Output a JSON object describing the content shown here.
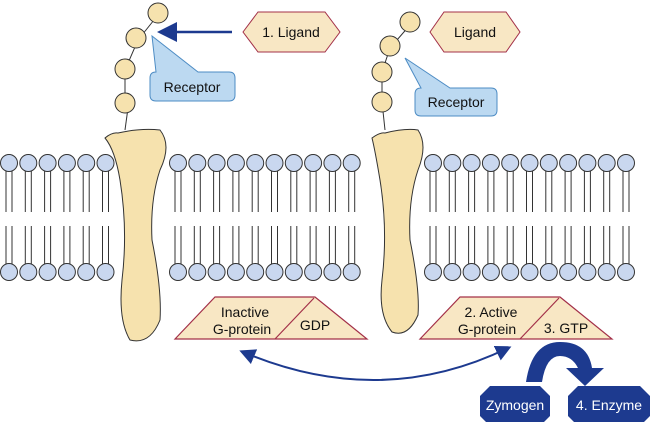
{
  "labels": {
    "ligand_1": "1. Ligand",
    "ligand_2": "Ligand",
    "receptor_1": "Receptor",
    "receptor_2": "Receptor",
    "inactive_line1": "Inactive",
    "inactive_line2": "G-protein",
    "gdp": "GDP",
    "active_line1": "2. Active",
    "active_line2": "G-protein",
    "gtp": "3. GTP",
    "zymogen": "Zymogen",
    "enzyme": "4. Enzyme"
  },
  "colors": {
    "protein": "#f6e2ae",
    "lipid_head": "#c9d7ef",
    "callout": "#bcd9f1",
    "arrow": "#1d3a8f",
    "octagon": "#1d3a8f",
    "trapezoid_border": "#a33048",
    "trapezoid_fill": "#f8e7c4"
  }
}
